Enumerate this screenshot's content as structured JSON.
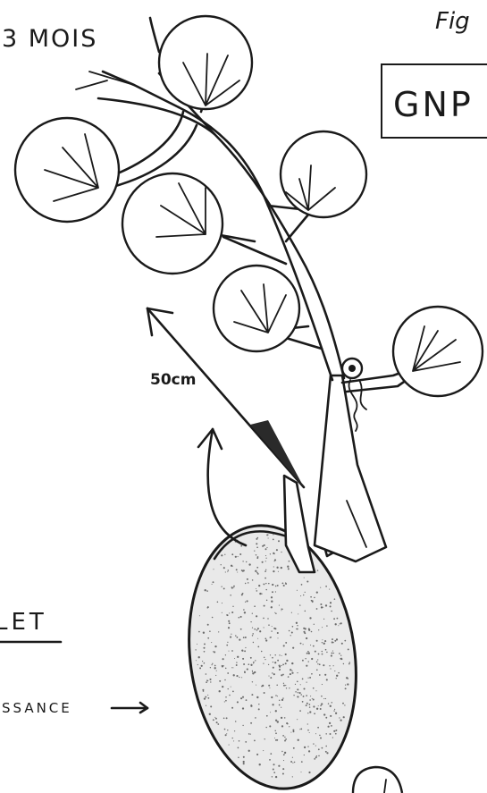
{
  "figure": {
    "age_label": "3 MOIS",
    "fig_label": "Fig",
    "boxed_label": "GNP",
    "scale_label": "50cm",
    "left_label": "LET",
    "growth_label": "SSANCE"
  },
  "icons": {
    "growth_arrow": "arrow-up-left-icon",
    "movement_arrow": "curved-arrow-up-icon",
    "pointer_arrow": "arrow-right-icon"
  }
}
